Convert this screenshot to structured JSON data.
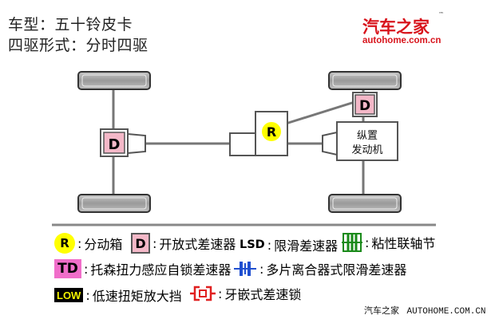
{
  "header": {
    "vehicle_label": "车型：五十铃皮卡",
    "drive_label": "四驱形式：分时四驱"
  },
  "logo": {
    "name": "汽车之家",
    "url": "autohome.com.cn",
    "tm": "™"
  },
  "diagram": {
    "transfer_case": "R",
    "front_diff": "D",
    "rear_diff": "D",
    "engine_line1": "纵置",
    "engine_line2": "发动机"
  },
  "legend": {
    "r_symbol": "R",
    "r_text": "分动箱",
    "d_symbol": "D",
    "d_text": "开放式差速器",
    "lsd_symbol": "LSD",
    "lsd_text": "限滑差速器",
    "coupling_text": "粘性联轴节",
    "td_symbol": "TD",
    "td_text": "托森扭力感应自锁差速器",
    "multiplate_text": "多片离合器式限滑差速器",
    "low_symbol": "LOW",
    "low_text": "低速扭矩放大挡",
    "locker_text": "牙嵌式差速锁"
  },
  "footer": {
    "brand": "汽车之家",
    "url": "AUTOHOME.COM.CN"
  },
  "colors": {
    "brand_red": "#d8141c",
    "diff_pink": "#f4b8c8",
    "transfer_yellow": "#ffff00",
    "td_magenta": "#f06ec9",
    "coupling_green": "#1a8a1a",
    "locker_red": "#e02020",
    "multiplate_blue": "#1f4fd0"
  }
}
